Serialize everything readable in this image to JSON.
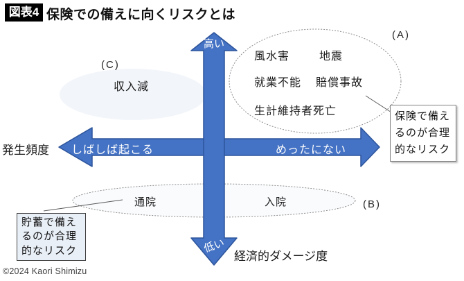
{
  "title": {
    "badge": "図表4",
    "text": "保険での備えに向くリスクとは"
  },
  "axes": {
    "vertical_name": "発生頻度",
    "horizontal_name": "経済的ダメージ度",
    "top_label": "高い",
    "bottom_label": "低い",
    "left_label": "しばしば起こる",
    "right_label": "めったにない"
  },
  "groups": {
    "a": {
      "tag": "(A)",
      "items": [
        "風水害",
        "地震",
        "就業不能",
        "賠償事故",
        "生計維持者死亡"
      ]
    },
    "b": {
      "tag": "(B)",
      "items": [
        "通院",
        "入院"
      ]
    },
    "c": {
      "tag": "(C)",
      "items": [
        "収入減"
      ]
    }
  },
  "callouts": {
    "insurance": "保険で備え\nるのが合理\n的なリスク",
    "savings": "貯蓄で備え\nるのが合理\n的なリスク"
  },
  "footer": {
    "copyright": "©2024 Kaori Shimizu"
  },
  "colors": {
    "arrow_fill": "#4472c4",
    "arrow_stroke": "#2c549b",
    "ellipse_stroke": "#8c8c8c",
    "ellipse_a_fill": "#ffffff",
    "ellipse_b_fill": "#fafbfd",
    "ellipse_c_fill": "#f2f5f9",
    "leader_line": "#595959",
    "badge_bg": "#000000"
  }
}
